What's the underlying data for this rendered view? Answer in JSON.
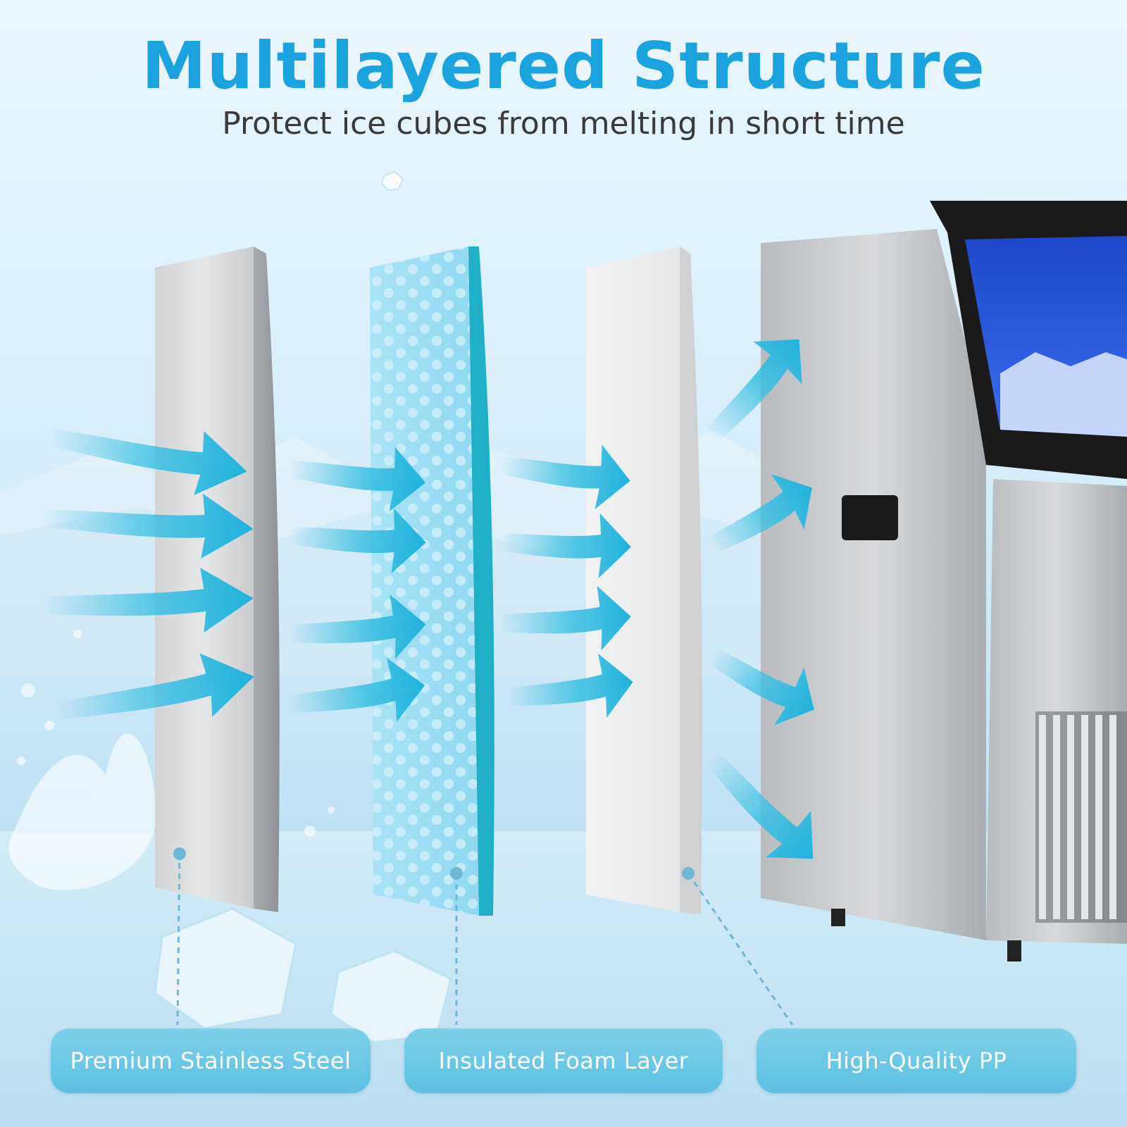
{
  "header": {
    "title": "Multilayered Structure",
    "subtitle": "Protect ice cubes from melting in short time"
  },
  "layers": [
    {
      "label": "Premium Stainless Steel"
    },
    {
      "label": "Insulated Foam Layer"
    },
    {
      "label": "High-Quality PP"
    }
  ],
  "colors": {
    "title": "#1aa3df",
    "subtitle": "#3a3a3a",
    "arrow": "#3cc0e3",
    "label_bg": "#62c3e5",
    "leader_line": "#6fb8d4"
  },
  "icons": {
    "arrows": "arrow-icon",
    "product": "ice-maker-icon",
    "ice": "ice-cube-icon"
  }
}
